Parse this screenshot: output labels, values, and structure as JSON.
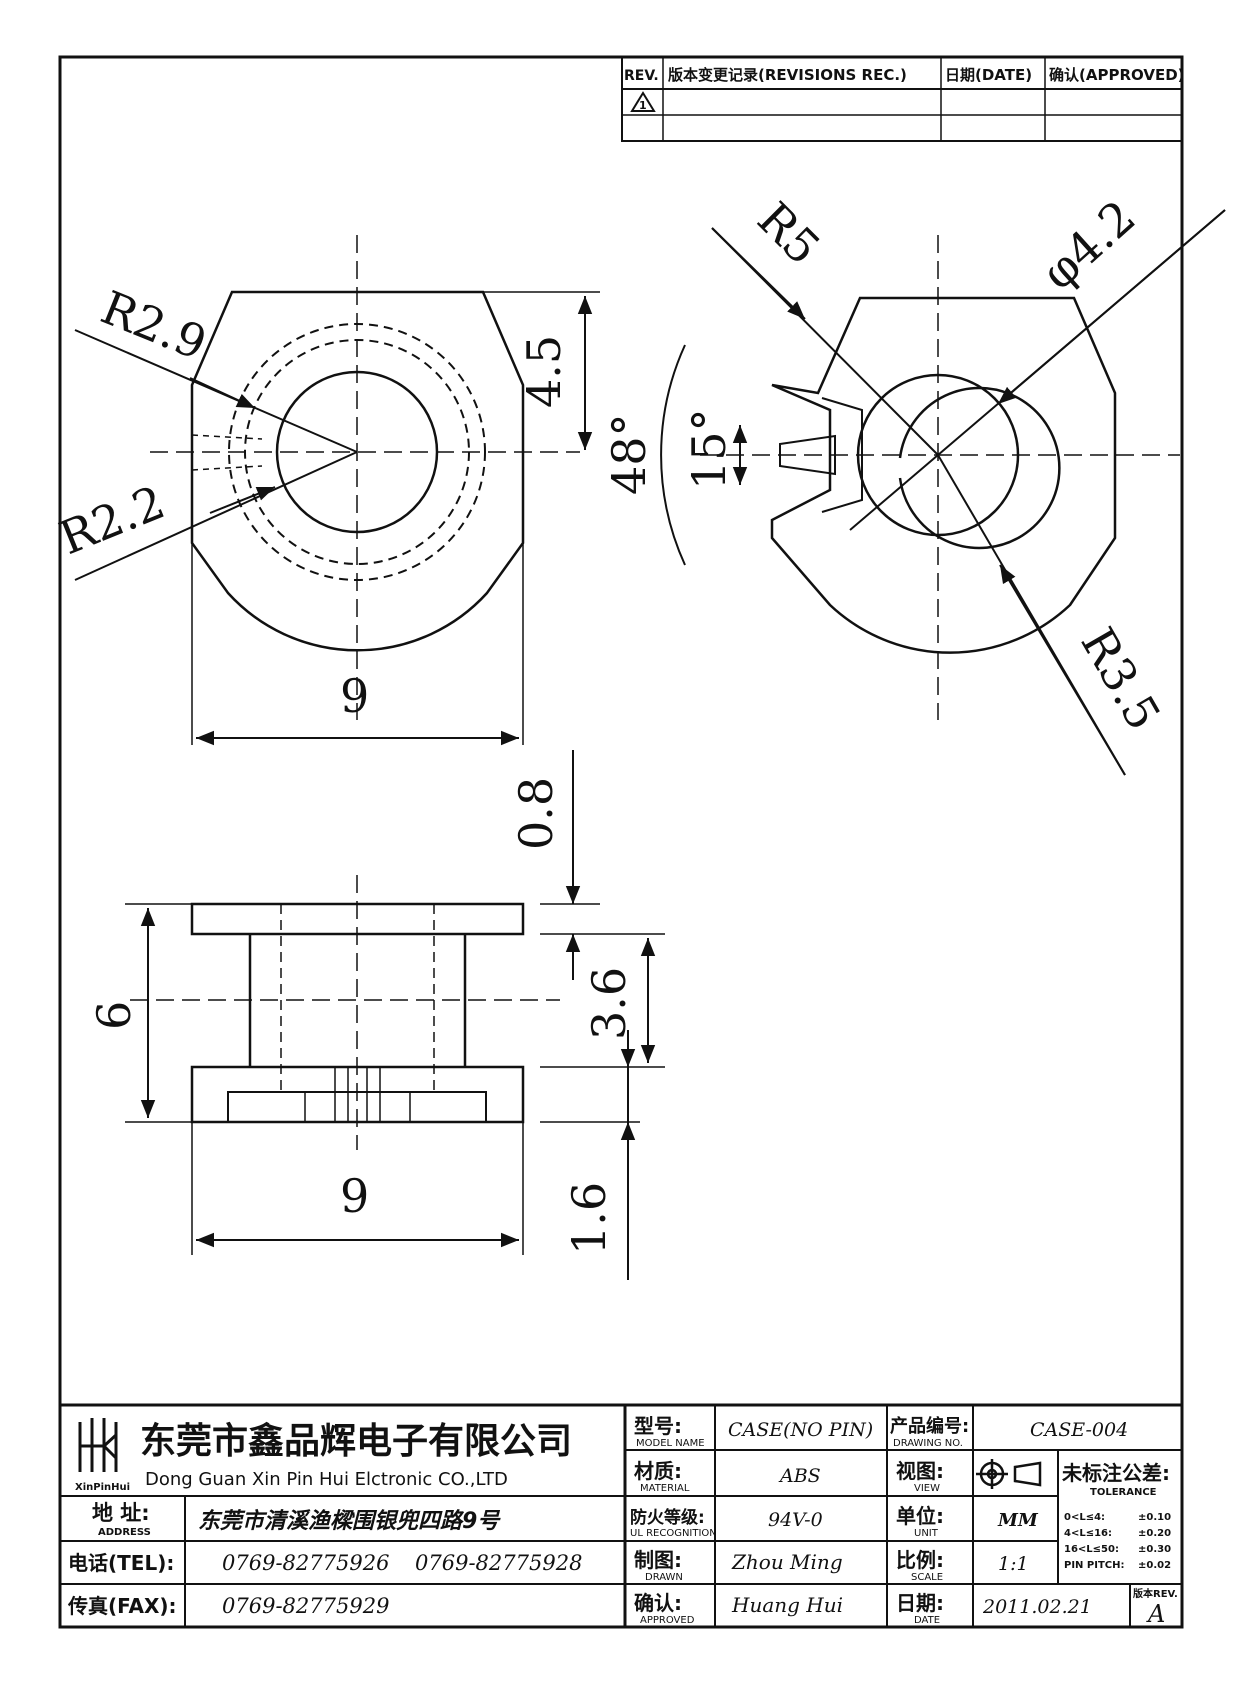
{
  "revisions": {
    "col_rev": "REV.",
    "col_desc": "版本变更记录(REVISIONS REC.)",
    "col_date": "日期(DATE)",
    "col_approved": "确认(APPROVED)",
    "first_rev_mark": "1"
  },
  "dimensions": {
    "top_left": {
      "r_outer": "R2.9",
      "r_inner": "R2.2",
      "height": "4.5",
      "width": "9"
    },
    "top_right": {
      "r5": "R5",
      "dia": "φ4.2",
      "angle_big": "48°",
      "angle_small": "15°",
      "r35": "R3.5"
    },
    "side": {
      "flange": "0.8",
      "height": "6",
      "winding": "3.6",
      "base": "1.6",
      "width": "9"
    }
  },
  "title_block": {
    "company_cn": "东莞市鑫品辉电子有限公司",
    "company_en": "Dong Guan Xin Pin Hui Elctronic CO.,LTD",
    "logo_text": "XinPinHui",
    "address_label": "地 址:",
    "address_label_en": "ADDRESS",
    "address": "东莞市清溪渔樑围银兜四路9号",
    "tel_label": "电话(TEL):",
    "tel1": "0769-82775926",
    "tel2": "0769-82775928",
    "fax_label": "传真(FAX):",
    "fax": "0769-82775929",
    "model_label": "型号:",
    "model_label_en": "MODEL NAME",
    "model": "CASE(NO PIN)",
    "material_label": "材质:",
    "material_label_en": "MATERIAL",
    "material": "ABS",
    "ul_label": "防火等级:",
    "ul_label_en": "UL RECOGNITION",
    "ul": "94V-0",
    "drawn_label": "制图:",
    "drawn_label_en": "DRAWN",
    "drawn": "Zhou Ming",
    "approved_label": "确认:",
    "approved_label_en": "APPROVED",
    "approved": "Huang Hui",
    "drawing_no_label": "产品编号:",
    "drawing_no_label_en": "DRAWING NO.",
    "drawing_no": "CASE-004",
    "view_label": "视图:",
    "view_label_en": "VIEW",
    "unit_label": "单位:",
    "unit_label_en": "UNIT",
    "unit": "MM",
    "scale_label": "比例:",
    "scale_label_en": "SCALE",
    "scale": "1:1",
    "date_label": "日期:",
    "date_label_en": "DATE",
    "date": "2011.02.21",
    "tolerance_title": "未标注公差:",
    "tolerance_en": "TOLERANCE",
    "tolerances": [
      {
        "range": "0<L≤4:",
        "value": "±0.10"
      },
      {
        "range": "4<L≤16:",
        "value": "±0.20"
      },
      {
        "range": "16<L≤50:",
        "value": "±0.30"
      },
      {
        "range": "PIN PITCH:",
        "value": "±0.02"
      }
    ],
    "rev_label": "版本REV.",
    "rev": "A"
  }
}
